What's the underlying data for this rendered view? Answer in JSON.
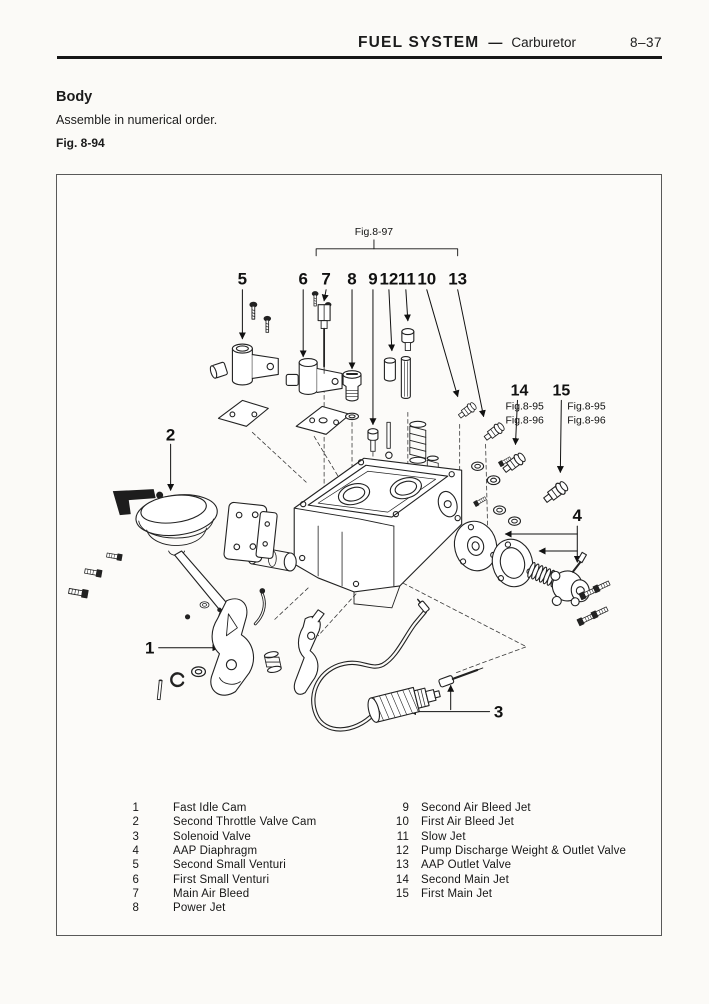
{
  "header": {
    "section": "FUEL SYSTEM",
    "dash": "—",
    "subsection": "Carburetor",
    "page_number": "8–37"
  },
  "section": {
    "title": "Body",
    "instruction": "Assemble in numerical order.",
    "figure_label": "Fig. 8-94"
  },
  "figure": {
    "bracket_label": "Fig.8-97",
    "callouts": {
      "c1": "1",
      "c2": "2",
      "c3": "3",
      "c4": "4",
      "c5": "5",
      "c6": "6",
      "c7": "7",
      "c8": "8",
      "c9": "9",
      "c10": "10",
      "c11": "11",
      "c12": "12",
      "c13": "13",
      "c14": "14",
      "c15": "15"
    },
    "ref_labels": {
      "r14a": "Fig.8-95",
      "r14b": "Fig.8-96",
      "r15a": "Fig.8-95",
      "r15b": "Fig.8-96"
    }
  },
  "parts_list": {
    "left": [
      {
        "num": "1",
        "name": "Fast Idle Cam"
      },
      {
        "num": "2",
        "name": "Second Throttle Valve Cam"
      },
      {
        "num": "3",
        "name": "Solenoid Valve"
      },
      {
        "num": "4",
        "name": "AAP Diaphragm"
      },
      {
        "num": "5",
        "name": "Second Small Venturi"
      },
      {
        "num": "6",
        "name": "First Small Venturi"
      },
      {
        "num": "7",
        "name": "Main Air Bleed"
      },
      {
        "num": "8",
        "name": "Power Jet"
      }
    ],
    "right": [
      {
        "num": "9",
        "name": "Second Air Bleed Jet"
      },
      {
        "num": "10",
        "name": "First Air Bleed Jet"
      },
      {
        "num": "11",
        "name": "Slow Jet"
      },
      {
        "num": "12",
        "name": "Pump Discharge Weight & Outlet Valve"
      },
      {
        "num": "13",
        "name": "AAP Outlet Valve"
      },
      {
        "num": "14",
        "name": "Second Main Jet"
      },
      {
        "num": "15",
        "name": "First Main Jet"
      }
    ]
  },
  "colors": {
    "ink": "#1b1b1b",
    "line": "#222222",
    "paper": "#fbfaf7"
  }
}
